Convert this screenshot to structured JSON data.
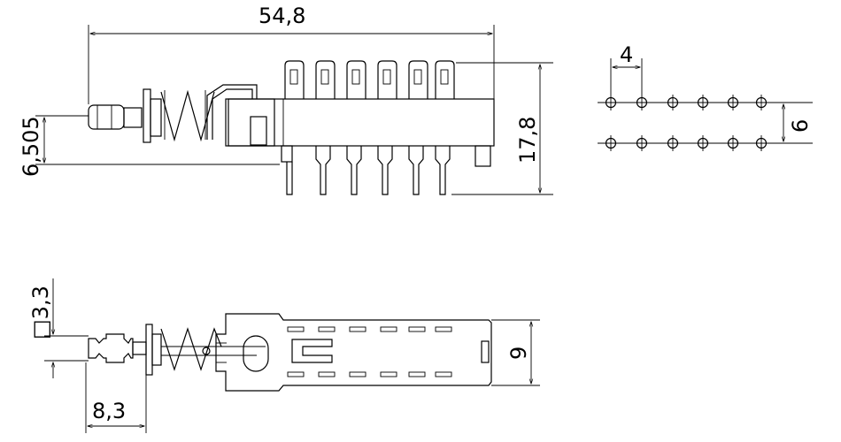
{
  "dimensions": {
    "overall_length": "54,8",
    "height": "17,8",
    "offset": "6,505",
    "pin_pitch": "4",
    "row_spacing": "6",
    "shaft_square": "□3,3",
    "shaft_length": "8,3",
    "body_width": "9"
  },
  "drawing": {
    "line_color": "#000000",
    "background": "#ffffff"
  }
}
